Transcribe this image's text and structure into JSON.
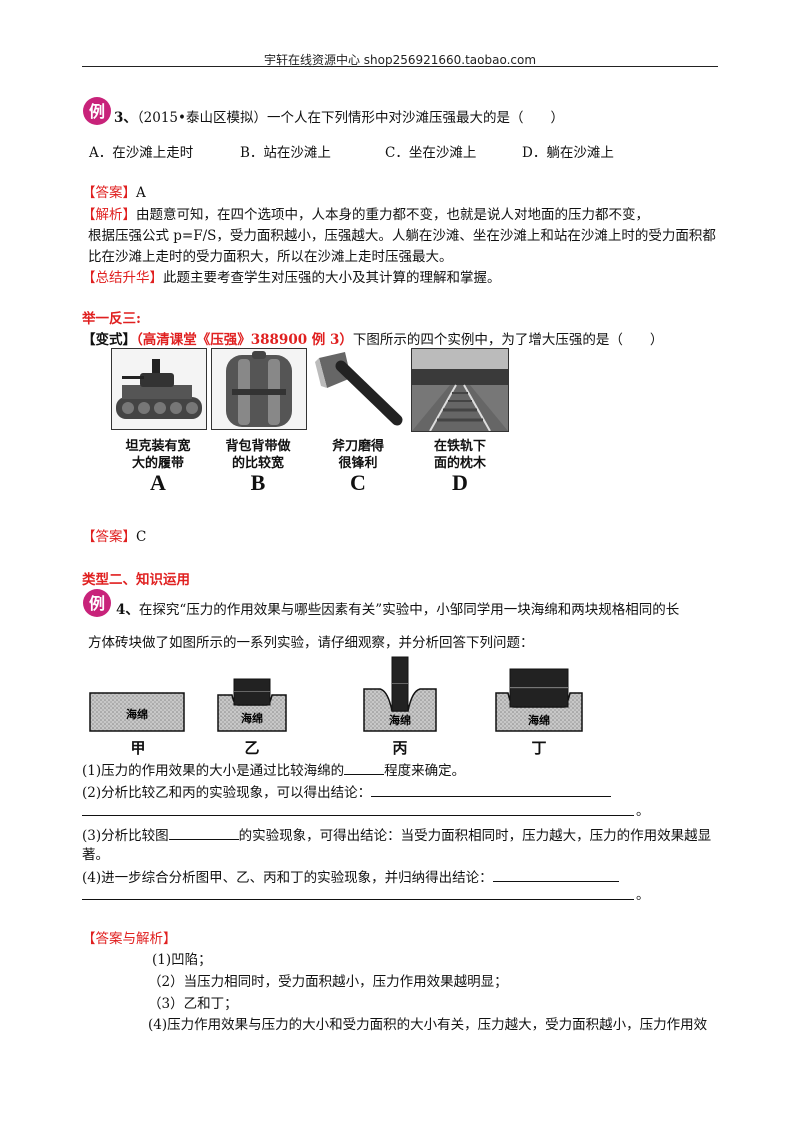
{
  "header": {
    "text": "宇轩在线资源中心   shop256921660.taobao.com"
  },
  "badge_label": "例",
  "q3": {
    "num": "3、",
    "stem": "（2015•泰山区模拟）一个人在下列情形中对沙滩压强最大的是（　　）",
    "options": [
      "A．在沙滩上走时",
      "B．站在沙滩上",
      "C．坐在沙滩上",
      "D．躺在沙滩上"
    ],
    "answer_tag": "【答案】",
    "answer": "A",
    "analysis_tag": "【解析】",
    "analysis_lines": [
      "由题意可知，在四个选项中，人本身的重力都不变，也就是说人对地面的压力都不变，",
      "根据压强公式 p=F/S，受力面积越小，压强越大。人躺在沙滩、坐在沙滩上和站在沙滩上时的受力面积都",
      "比在沙滩上走时的受力面积大，所以在沙滩上走时压强最大。"
    ],
    "summary_tag": "【总结升华】",
    "summary": "此题主要考查学生对压强的大小及其计算的理解和掌握。"
  },
  "practice": {
    "title": "举一反三:",
    "variant_tag": "【变式】",
    "variant_ref": "（高清课堂《压强》388900 例 3）",
    "variant_stem": "下图所示的四个实例中，为了增大压强的是（　　）",
    "photos": [
      {
        "caption": [
          "坦克装有宽",
          "大的履带"
        ],
        "letter": "A"
      },
      {
        "caption": [
          "背包背带做",
          "的比较宽"
        ],
        "letter": "B"
      },
      {
        "caption": [
          "斧刀磨得",
          "很锋利"
        ],
        "letter": "C"
      },
      {
        "caption": [
          "在铁轨下",
          "面的枕木"
        ],
        "letter": "D"
      }
    ],
    "answer_tag": "【答案】",
    "answer": "C"
  },
  "type2": {
    "title": "类型二、知识运用",
    "q4_num": "4、",
    "q4_line1": "在探究“压力的作用效果与哪些因素有关”实验中，小邹同学用一块海绵和两块规格相同的长",
    "q4_line2": "方体砖块做了如图所示的一系列实验，请仔细观察，并分析回答下列问题：",
    "sponge_label": "海绵",
    "figures": [
      "甲",
      "乙",
      "丙",
      "丁"
    ],
    "sub1_a": "(1)压力的作用效果的大小是通过比较海绵的",
    "sub1_b": "程度来确定。",
    "sub2": "(2)分析比较乙和丙的实验现象，可以得出结论：",
    "sub3_a": "(3)分析比较图",
    "sub3_b": "的实验现象，可得出结论：当受力面积相同时，压力越大，压力的作用效果越显",
    "sub3_c": "著。",
    "sub4": "(4)进一步综合分析图甲、乙、丙和丁的实验现象，并归纳得出结论：",
    "period": "。",
    "ans_tag": "【答案与解析】",
    "ans_lines": [
      "(1)凹陷；",
      "（2）当压力相同时，受力面积越小，压力作用效果越明显；",
      "（3）乙和丁；",
      "(4)压力作用效果与压力的大小和受力面积的大小有关，压力越大，受力面积越小，压力作用效"
    ]
  }
}
